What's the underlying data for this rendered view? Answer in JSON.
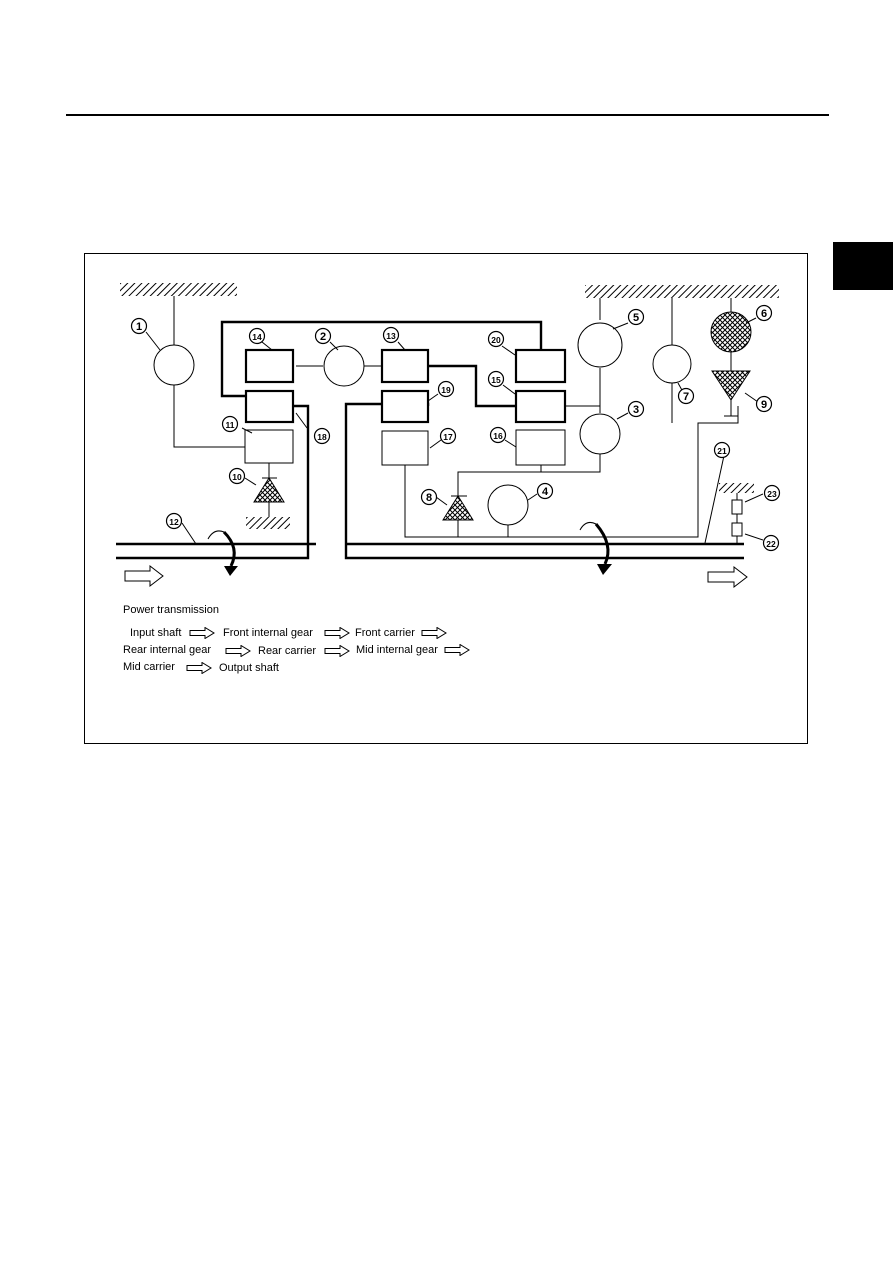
{
  "legend": {
    "heading": "Power transmission",
    "items": [
      "Input shaft",
      "Front internal gear",
      "Front carrier",
      "Rear internal gear",
      "Rear carrier",
      "Mid internal gear",
      "Mid carrier",
      "Output shaft"
    ]
  },
  "callouts": [
    "1",
    "2",
    "3",
    "4",
    "5",
    "6",
    "7",
    "8",
    "9",
    "10",
    "11",
    "12",
    "13",
    "14",
    "15",
    "16",
    "17",
    "18",
    "19",
    "20",
    "21",
    "22",
    "23"
  ]
}
